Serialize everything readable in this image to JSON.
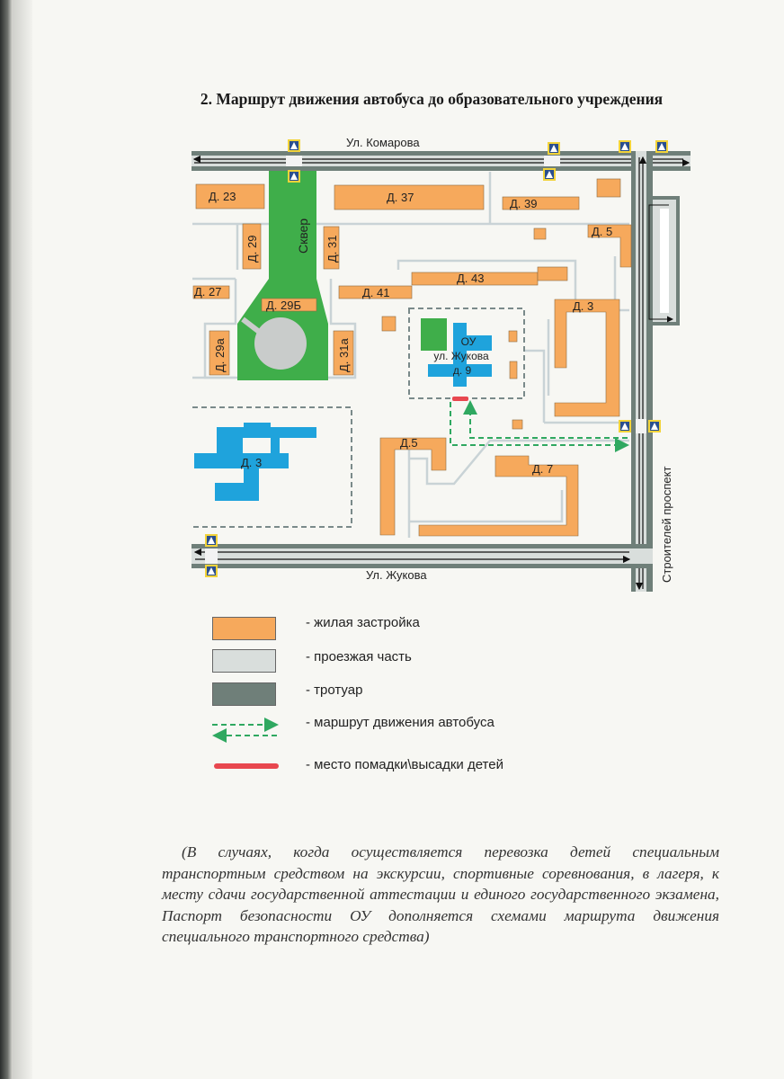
{
  "title": "2. Маршрут движения автобуса до образовательного учреждения",
  "map": {
    "streets": {
      "komarova": "Ул. Комарова",
      "zhukova": "Ул. Жукова",
      "stroiteley": "Строителей проспект"
    },
    "park_label": "Сквер",
    "buildings": {
      "d23": "Д. 23",
      "d37": "Д. 37",
      "d39": "Д. 39",
      "d5_top": "Д. 5",
      "d29": "Д. 29",
      "d31": "Д. 31",
      "d27": "Д. 27",
      "d29b": "Д. 29Б",
      "d41": "Д. 41",
      "d43": "Д. 43",
      "d3_right": "Д. 3",
      "d29a": "Д. 29а",
      "d31a": "Д. 31а",
      "d3_left": "Д. 3",
      "d5_bottom": "Д.5",
      "d7": "Д. 7"
    },
    "school": {
      "line1": "ОУ",
      "line2": "ул. Жукова",
      "line3": "д. 9"
    },
    "colors": {
      "residential": "#f6a95c",
      "park": "#3fae4a",
      "school": "#1fa3dc",
      "road": "#d9dedc",
      "sidewalk": "#6f7f79",
      "route": "#2fa860",
      "stop": "#e8474f"
    }
  },
  "legend": [
    {
      "icon": "residential-swatch",
      "label": "- жилая застройка"
    },
    {
      "icon": "roadway-swatch",
      "label": "- проезжая часть"
    },
    {
      "icon": "sidewalk-swatch",
      "label": "- тротуар"
    },
    {
      "icon": "bus-route-arrows",
      "label": "- маршрут движения автобуса"
    },
    {
      "icon": "stop-line",
      "label": "- место помадки\\высадки детей"
    }
  ],
  "note": "(В случаях, когда осуществляется перевозка детей специальным транспортным средством на экскурсии, спортивные соревнования, в лагеря, к месту сдачи государственной аттестации и единого государственного экзамена, Паспорт безопасности ОУ дополняется схемами маршрута движения специального транспортного средства)"
}
